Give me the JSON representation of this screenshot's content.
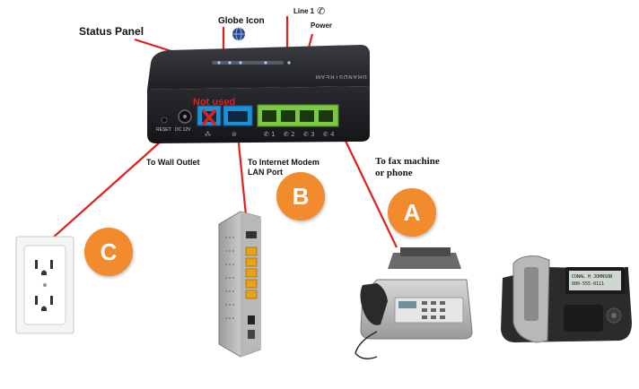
{
  "labels": {
    "status_panel": "Status Panel",
    "globe_icon": "Globe Icon",
    "line1": "Line 1",
    "power": "Power",
    "not_used": "Not used",
    "wall_outlet": "To Wall Outlet",
    "modem_line1": "To Internet Modem",
    "modem_line2": "LAN Port",
    "fax_line1": "To fax machine",
    "fax_line2": "or phone"
  },
  "device": {
    "brand": "GRANDSTREAM",
    "reset": "RESET",
    "dc": "DC 12V"
  },
  "badges": {
    "a": "A",
    "b": "B",
    "c": "C"
  },
  "colors": {
    "connector_line": "#e0201a",
    "badge": "#f28a2e",
    "port_blue": "#1e90d6",
    "port_green": "#7ac943",
    "device_body": "#2b2c30"
  }
}
